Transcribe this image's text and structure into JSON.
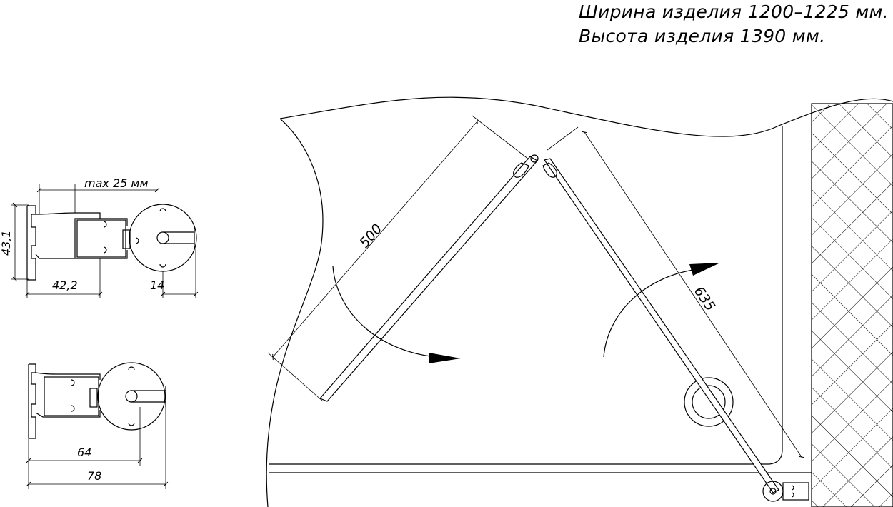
{
  "header": {
    "line1": "Ширина изделия 1200–1225 мм.",
    "line2": "Высота изделия 1390 мм."
  },
  "profile_top": {
    "max_label": "max 25 мм",
    "height_label": "43,1",
    "width_label": "42,2",
    "offset_label": "14"
  },
  "profile_bottom": {
    "inner_label": "64",
    "total_label": "78"
  },
  "plan": {
    "left_panel_label": "500",
    "right_panel_label": "635"
  },
  "colors": {
    "line": "#000000",
    "background": "#ffffff"
  }
}
